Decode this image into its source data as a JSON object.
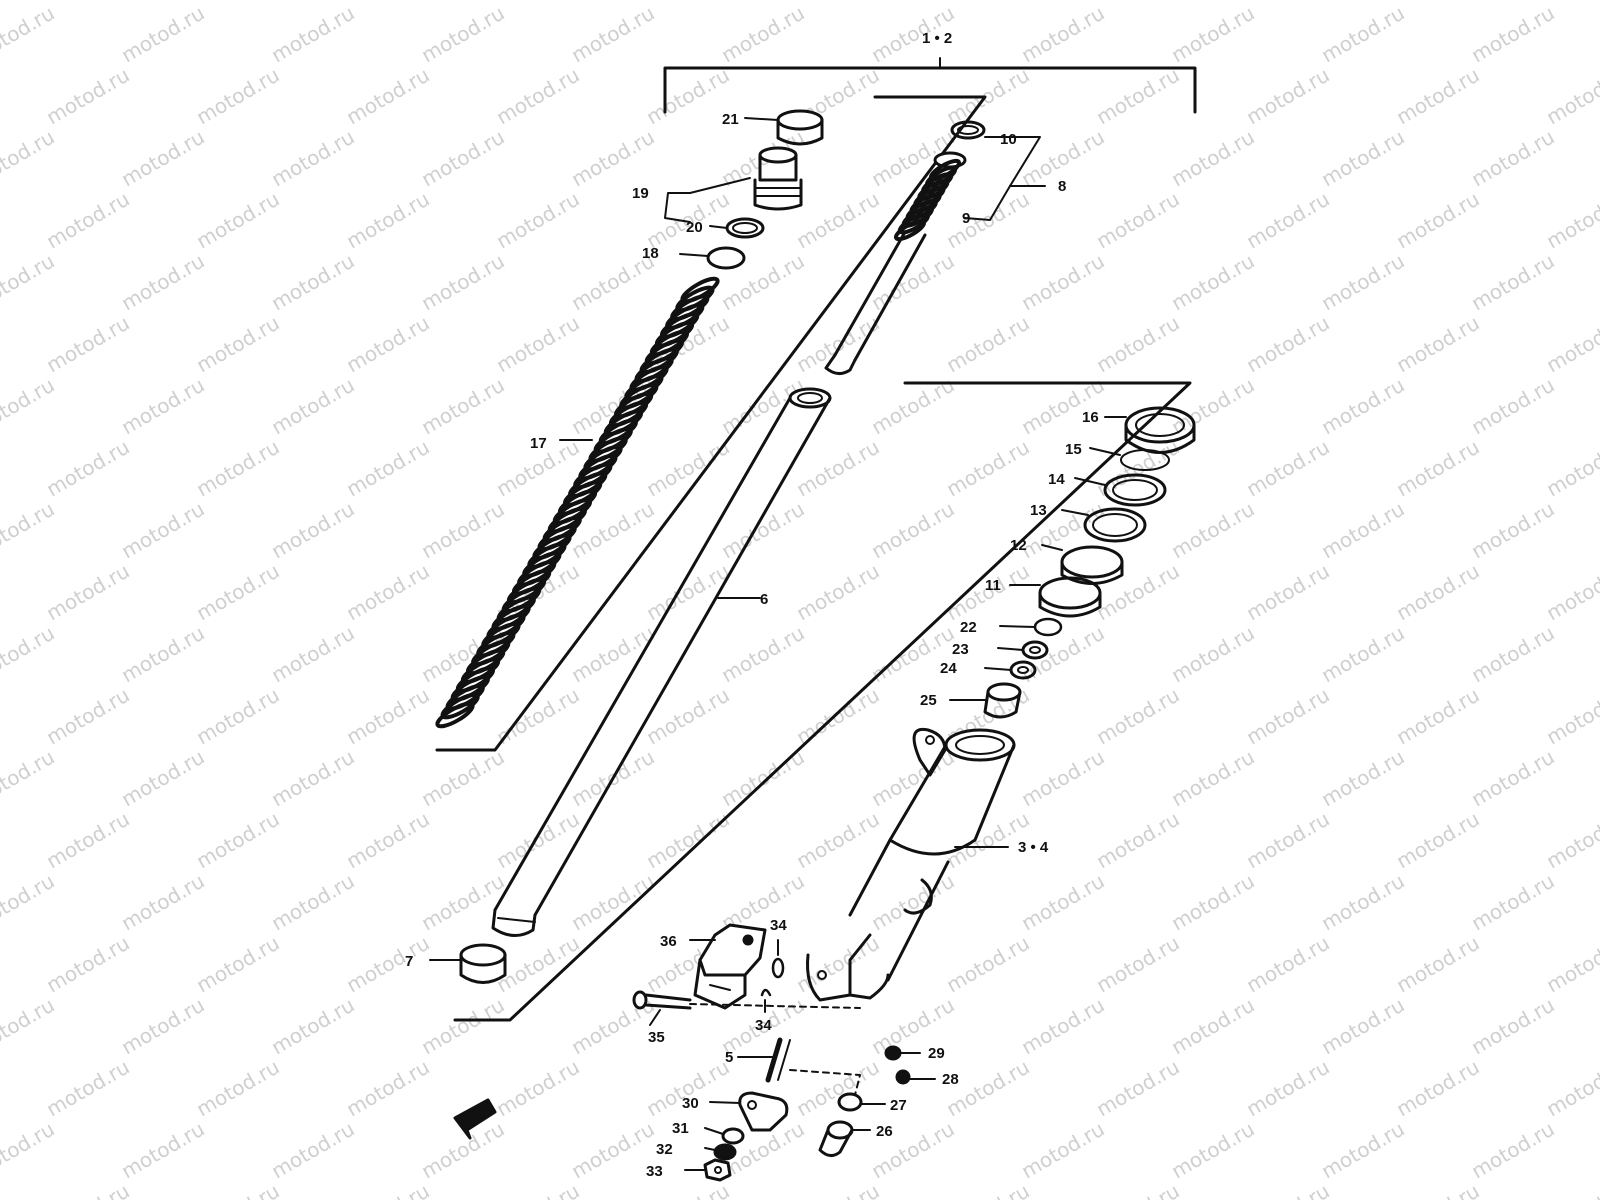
{
  "watermark_text": "motod.ru",
  "colors": {
    "ink": "#111111",
    "paper": "#ffffff",
    "watermark": "#cfcfcf"
  },
  "callouts": {
    "c1_2": "1 • 2",
    "c3_4": "3 • 4",
    "c5": "5",
    "c6": "6",
    "c7": "7",
    "c8": "8",
    "c9": "9",
    "c10": "10",
    "c11": "11",
    "c12": "12",
    "c13": "13",
    "c14": "14",
    "c15": "15",
    "c16": "16",
    "c17": "17",
    "c18": "18",
    "c19": "19",
    "c20": "20",
    "c21": "21",
    "c22": "22",
    "c23": "23",
    "c24": "24",
    "c25": "25",
    "c26": "26",
    "c27": "27",
    "c28": "28",
    "c29": "29",
    "c30": "30",
    "c31": "31",
    "c32": "32",
    "c33": "33",
    "c34a": "34",
    "c34b": "34",
    "c35": "35",
    "c36": "36"
  },
  "front_arrow_icon": "front-direction-arrow-icon"
}
